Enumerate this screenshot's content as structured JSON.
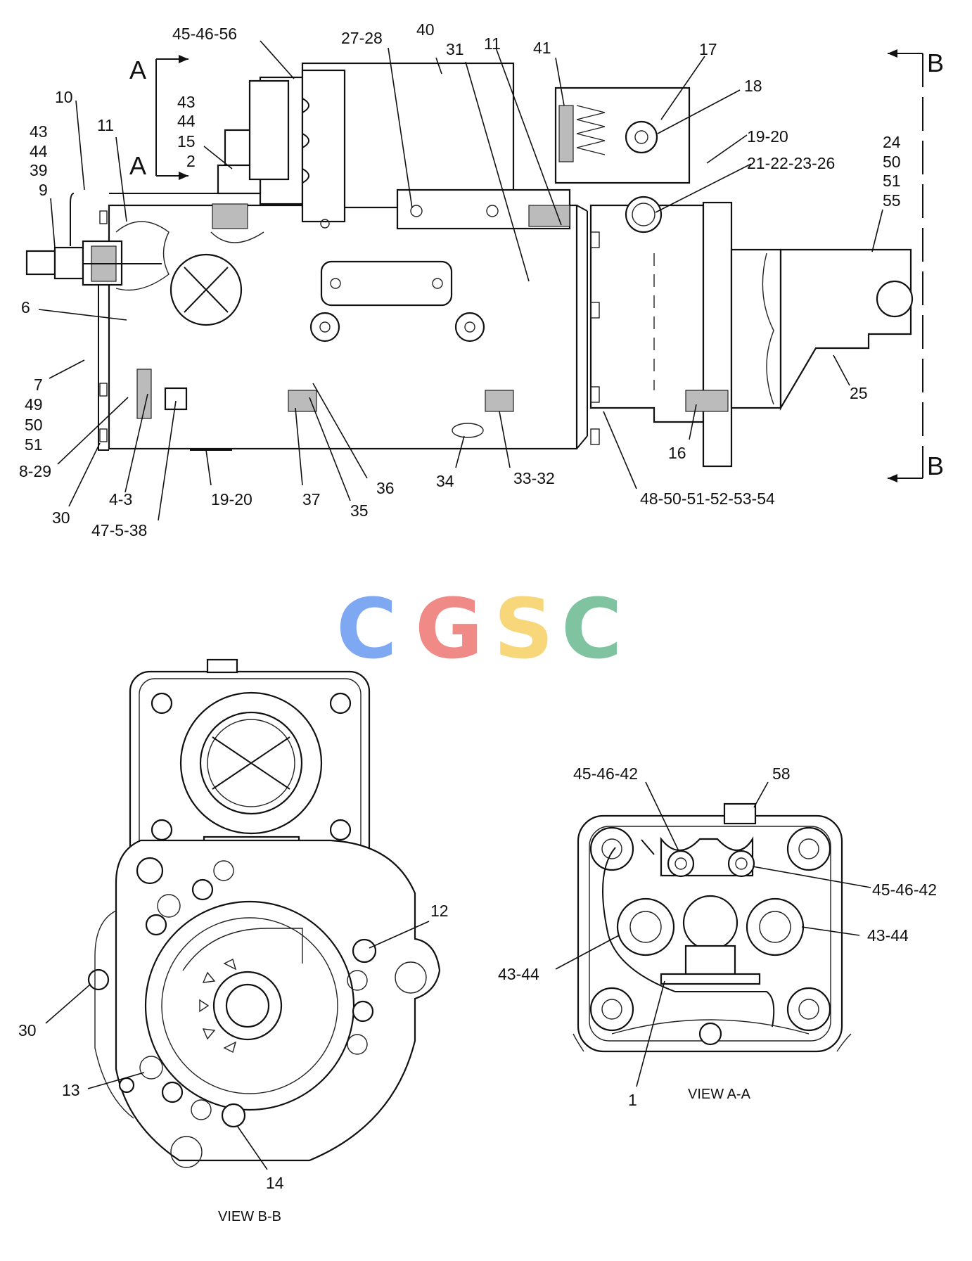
{
  "watermark": {
    "letters": [
      "C",
      "G",
      "S",
      "C"
    ],
    "colors": [
      "#7fa8f2",
      "#f08a86",
      "#f7d77a",
      "#7fc3a0"
    ]
  },
  "section_marks": {
    "a": "A",
    "b": "B"
  },
  "top_labels": {
    "l45_46_56": "45-46-56",
    "l27_28": "27-28",
    "l40": "40",
    "l31": "31",
    "l11_top": "11",
    "l41": "41",
    "l17": "17",
    "l18": "18",
    "l43a": "43",
    "l44a": "44",
    "l15": "15",
    "l2": "2",
    "l10": "10",
    "l11_left": "11",
    "l43b": "43",
    "l44b": "44",
    "l39": "39",
    "l9": "9",
    "l19_20_top": "19-20",
    "l21_22_23_26": "21-22-23-26",
    "l24": "24",
    "l50a": "50",
    "l51a": "51",
    "l55": "55",
    "l6": "6",
    "l7": "7",
    "l49": "49",
    "l50b": "50",
    "l51b": "51",
    "l8_29": "8-29",
    "l30_top": "30",
    "l4_3": "4-3",
    "l47_5_38": "47-5-38",
    "l19_20_bot": "19-20",
    "l37": "37",
    "l35": "35",
    "l36": "36",
    "l34": "34",
    "l33_32": "33-32",
    "l48_54": "48-50-51-52-53-54",
    "l16": "16",
    "l25": "25"
  },
  "view_bb_labels": {
    "l12": "12",
    "l30": "30",
    "l13": "13",
    "l14": "14",
    "title": "VIEW B-B"
  },
  "view_aa_labels": {
    "l58": "58",
    "l45_46_42_top": "45-46-42",
    "l45_46_42_right": "45-46-42",
    "l43_44_right": "43-44",
    "l43_44_left": "43-44",
    "l1": "1",
    "title": "VIEW A-A"
  }
}
